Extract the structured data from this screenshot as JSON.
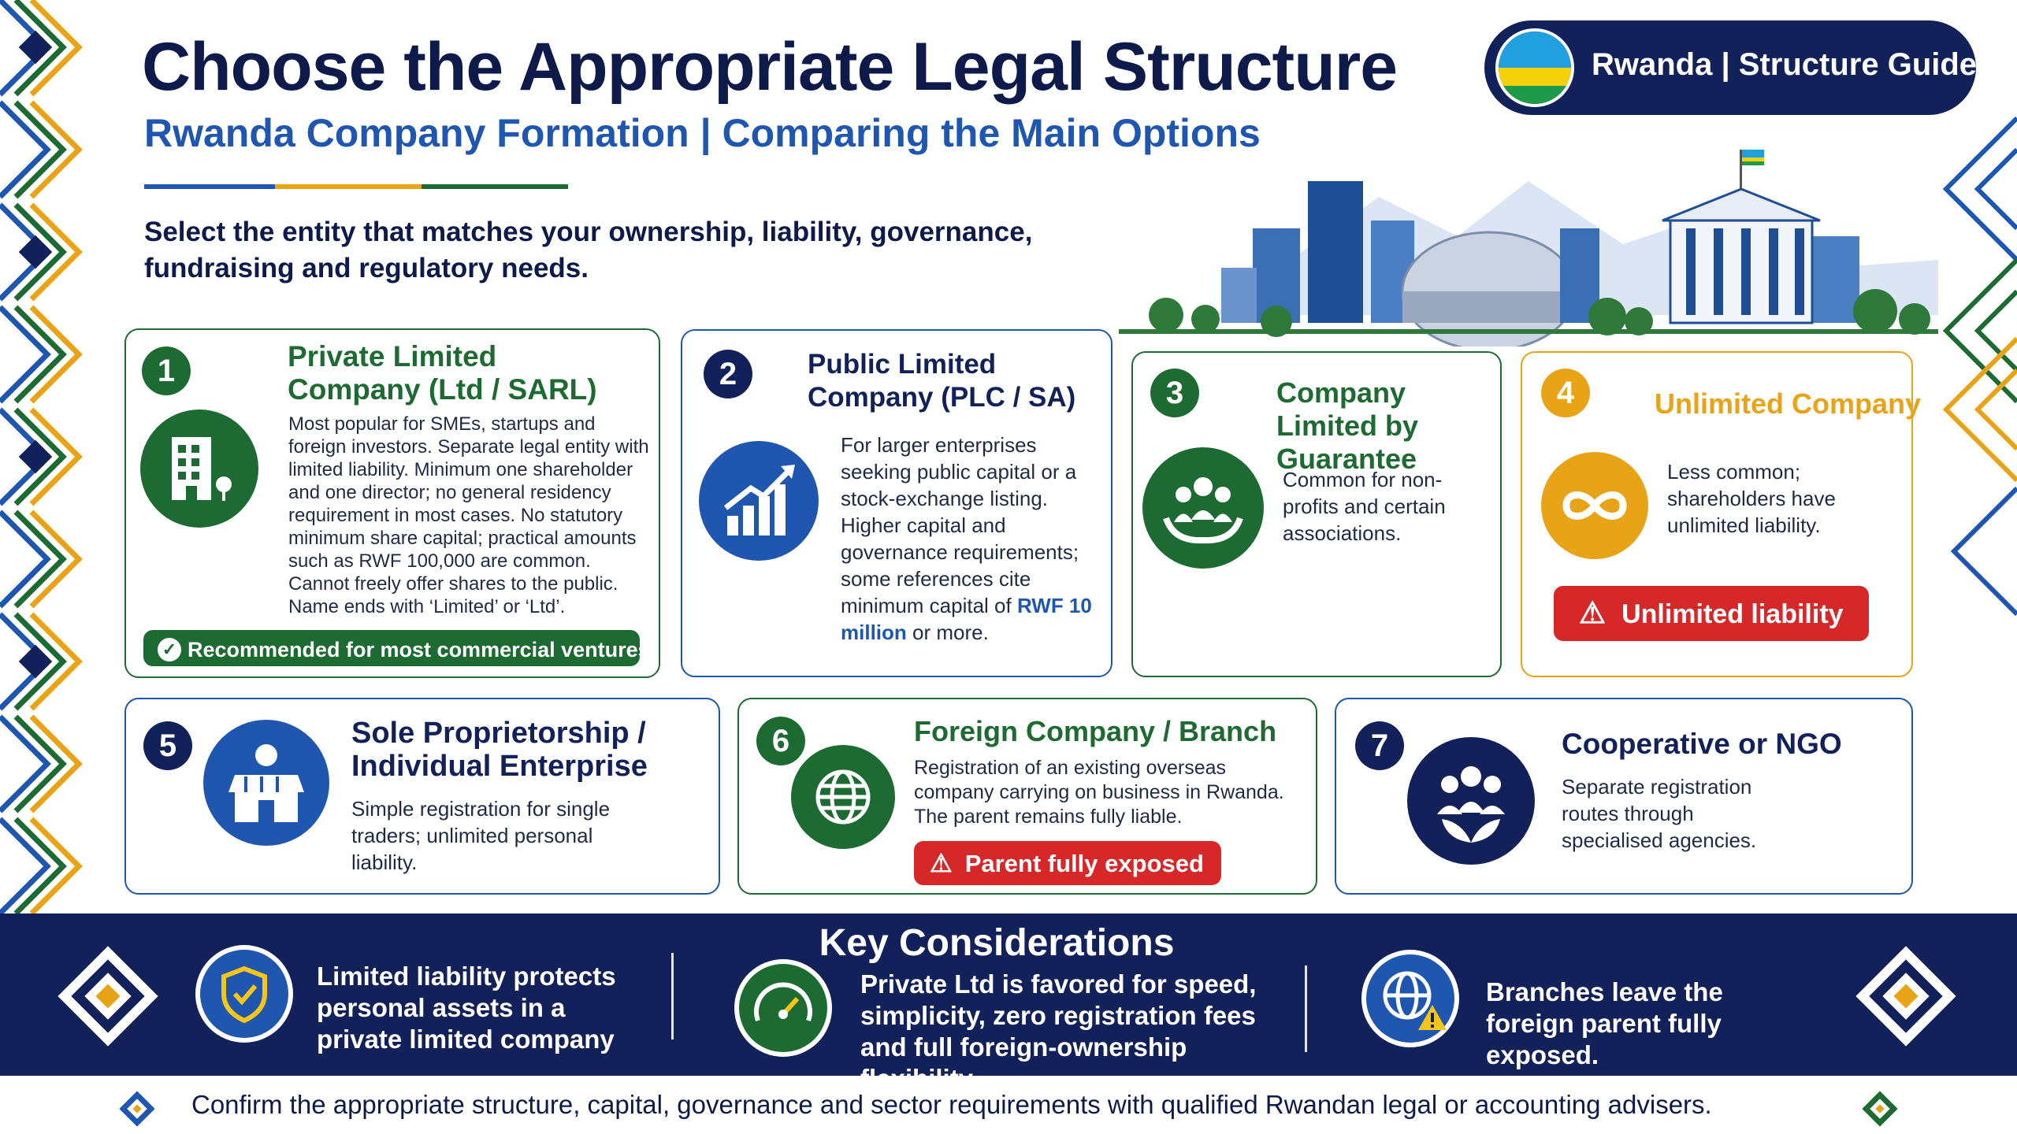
{
  "header": {
    "title": "Choose the Appropriate Legal Structure",
    "subtitle": "Rwanda Company Formation | Comparing the Main Options",
    "intro": "Select the entity that matches your ownership, liability, governance, fundraising and regulatory needs.",
    "badge": "Rwanda | Structure Guide"
  },
  "colors": {
    "navy": "#13215a",
    "blue": "#1e56b0",
    "green": "#1d6b32",
    "gold": "#e8a317",
    "red": "#d62828",
    "flag_blue": "#20a0de",
    "flag_yellow": "#f5d10a",
    "flag_green": "#1f9a4a"
  },
  "cards": [
    {
      "number": "1",
      "title": "Private Limited Company (Ltd / SARL)",
      "icon": "building-icon",
      "text": "Most popular for SMEs, startups and foreign investors. Separate legal entity with limited liability. Minimum one shareholder and one director; no general residency requirement in most cases. No statutory minimum share capital; practical amounts such as RWF 100,000 are common. Cannot freely offer shares to the public. Name ends with ‘Limited’ or ‘Ltd’.",
      "badge": "Recommended for most commercial ventures"
    },
    {
      "number": "2",
      "title": "Public Limited Company (PLC / SA)",
      "icon": "growth-chart-icon",
      "text_before": "For larger enterprises seeking public capital or a stock-exchange listing. Higher capital and governance requirements; some references cite minimum capital of",
      "highlight": "RWF 10 million",
      "text_after": "or more."
    },
    {
      "number": "3",
      "title": "Company Limited by Guarantee",
      "icon": "people-hands-icon",
      "text": "Common for non-profits and certain associations."
    },
    {
      "number": "4",
      "title": "Unlimited Company",
      "icon": "infinity-icon",
      "text": "Less common; shareholders have unlimited liability.",
      "warning": "Unlimited liability"
    },
    {
      "number": "5",
      "title": "Sole Proprietorship / Individual Enterprise",
      "icon": "shop-icon",
      "text": "Simple registration for single traders; unlimited personal liability."
    },
    {
      "number": "6",
      "title": "Foreign Company / Branch",
      "icon": "globe-icon",
      "text": "Registration of an existing overseas company carrying on business in Rwanda. The parent remains fully liable.",
      "warning": "Parent fully exposed"
    },
    {
      "number": "7",
      "title": "Cooperative or NGO",
      "icon": "community-icon",
      "text": "Separate registration routes through specialised agencies."
    }
  ],
  "key_considerations": {
    "title": "Key Considerations",
    "items": [
      {
        "icon": "shield-check-icon",
        "text": "Limited liability protects personal assets in a private limited company"
      },
      {
        "icon": "speedometer-icon",
        "text": "Private Ltd is favored for speed, simplicity, zero registration fees and full foreign-ownership flexibility"
      },
      {
        "icon": "globe-warning-icon",
        "text": "Branches leave the foreign parent fully exposed."
      }
    ]
  },
  "footer": "Confirm the appropriate structure, capital, governance and sector requirements with qualified Rwandan legal or accounting advisers."
}
